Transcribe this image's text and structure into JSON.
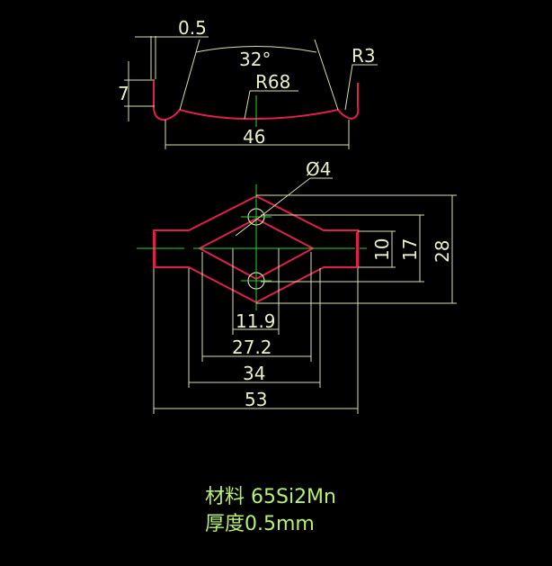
{
  "drawing": {
    "top_view": {
      "thickness_label": "0.5",
      "angle_label": "32°",
      "corner_radius_label": "R3",
      "height_label": "7",
      "arc_radius_label": "R68",
      "width_label": "46"
    },
    "plan_view": {
      "hole_diameter_label": "Ø4",
      "inner_height_label": "10",
      "mid_height_label": "17",
      "overall_height_label": "28",
      "hole_spacing_label": "11.9",
      "diamond_width_label": "27.2",
      "body_width_label": "34",
      "overall_width_label": "53"
    },
    "notes": {
      "material": "材料 65Si2Mn",
      "thickness": "厚度0.5mm"
    },
    "colors": {
      "background": "#000000",
      "part_outline": "#e0204a",
      "dimension": "#d8e0b0",
      "center_line": "#30d030",
      "note_text": "#b8f070"
    }
  }
}
